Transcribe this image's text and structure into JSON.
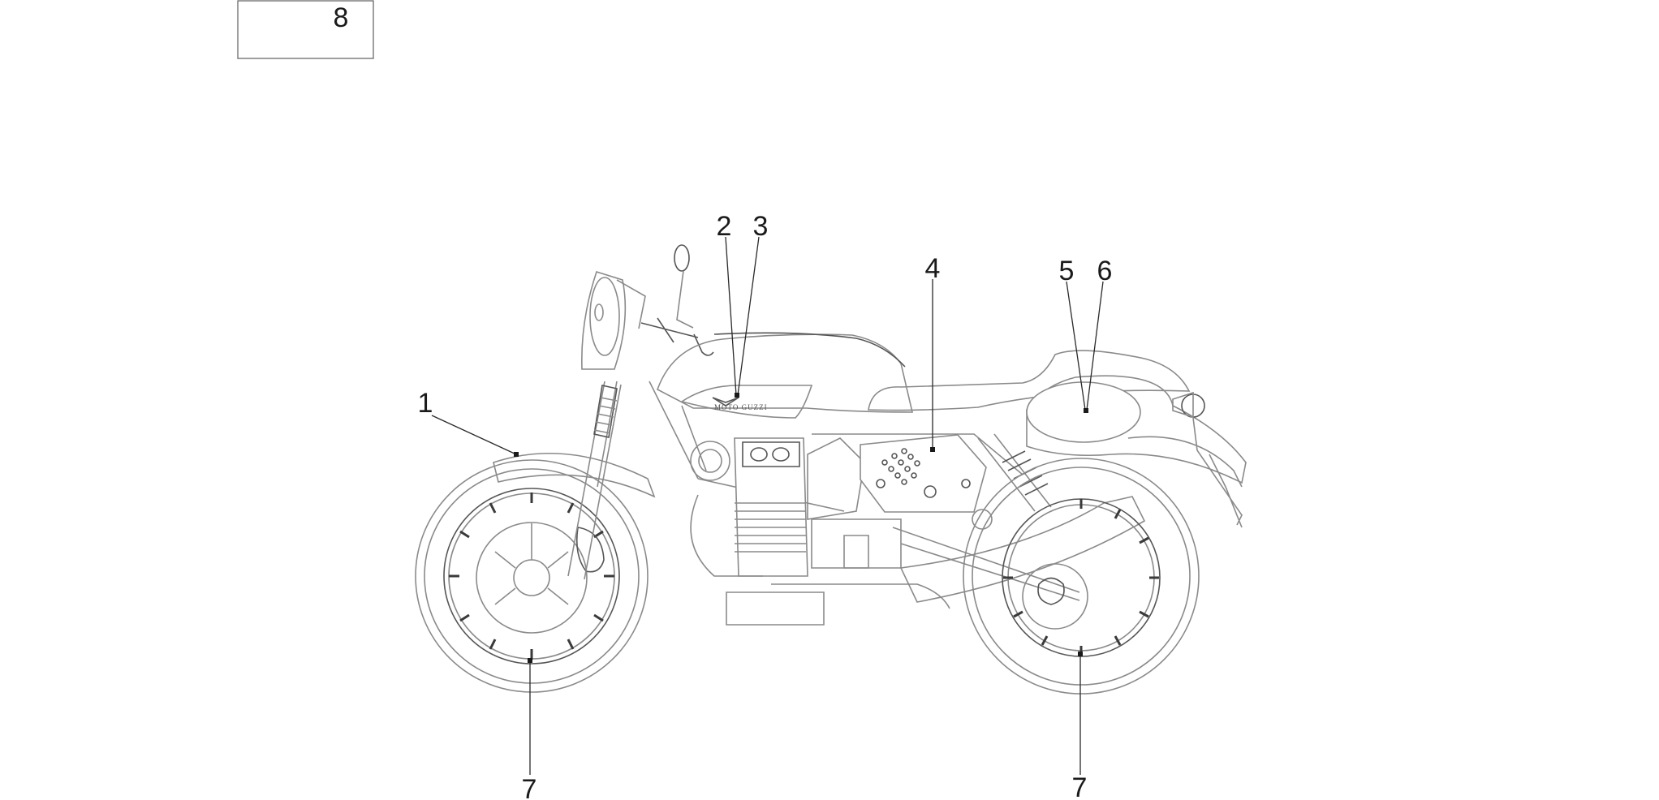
{
  "callouts": {
    "c1": "1",
    "c2": "2",
    "c3": "3",
    "c4": "4",
    "c5": "5",
    "c6": "6",
    "c7_front": "7",
    "c7_rear": "7",
    "c8": "8"
  },
  "tank_logo_text": "MOTO GUZZI",
  "colors": {
    "line": "#8a8a8a",
    "text": "#1a1a1a",
    "background": "#ffffff"
  }
}
